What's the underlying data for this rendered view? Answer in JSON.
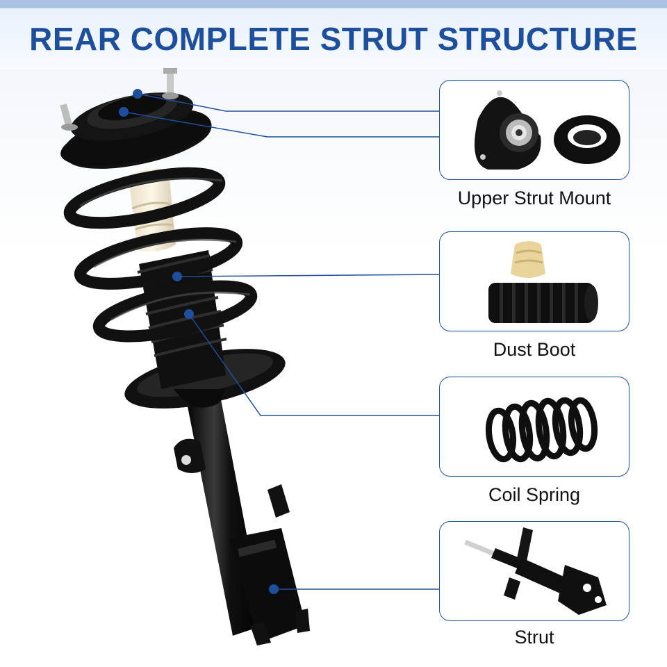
{
  "title": "REAR COMPLETE STRUT STRUCTURE",
  "colors": {
    "accent": "#1e4f9c",
    "line": "#1e4f9c",
    "part": "#111111",
    "bumper": "#f0dca6"
  },
  "components": [
    {
      "label": "Upper Strut Mount",
      "icon": "upper-strut-mount-icon"
    },
    {
      "label": "Dust Boot",
      "icon": "dust-boot-icon"
    },
    {
      "label": "Coil Spring",
      "icon": "coil-spring-icon"
    },
    {
      "label": "Strut",
      "icon": "strut-icon"
    }
  ]
}
